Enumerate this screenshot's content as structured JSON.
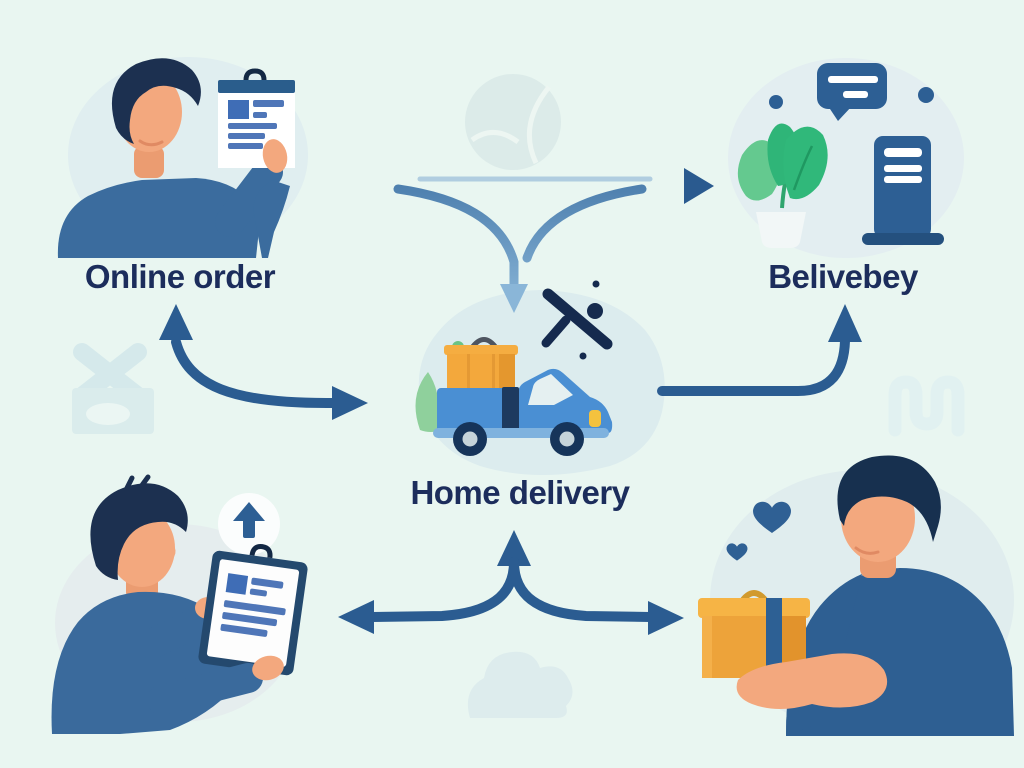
{
  "title": "Home delivery process illustration",
  "labels": {
    "online_order": "Online order",
    "delivery": "Belivebey",
    "home_delivery": "Home delivery"
  },
  "icons": {
    "scene_top_left": [
      "person-with-order-form-icon",
      "order-clipboard-icon"
    ],
    "scene_top_right": [
      "chat-bubble-icon",
      "potted-plant-icon",
      "store-kiosk-icon"
    ],
    "scene_center": [
      "delivery-truck-icon",
      "truck-package-icon",
      "club-accent-icon"
    ],
    "scene_bottom_left": [
      "person-with-clipboard-icon",
      "upload-arrow-icon"
    ],
    "scene_bottom_right": [
      "person-receiving-package-icon",
      "gift-package-icon",
      "heart-icon"
    ],
    "arrows": [
      "arrow-top",
      "arrow-branch-down",
      "arrow-left-loop",
      "arrow-right-up",
      "arrow-three-way"
    ]
  },
  "colors": {
    "background": "#e9f6f1",
    "label_text": "#1c2d5c",
    "arrow_blue": "#2b5c91",
    "arrow_light_blue": "#8ab6d8",
    "shirt_blue": "#3a6b9d",
    "skin": "#f3a87e",
    "hair_navy": "#1c3050",
    "truck_blue": "#4a8fd3",
    "package_orange": "#f0a83e",
    "leaf_green": "#2fb578",
    "blob_light": "#ddecee",
    "accent_navy": "#152a4e"
  }
}
